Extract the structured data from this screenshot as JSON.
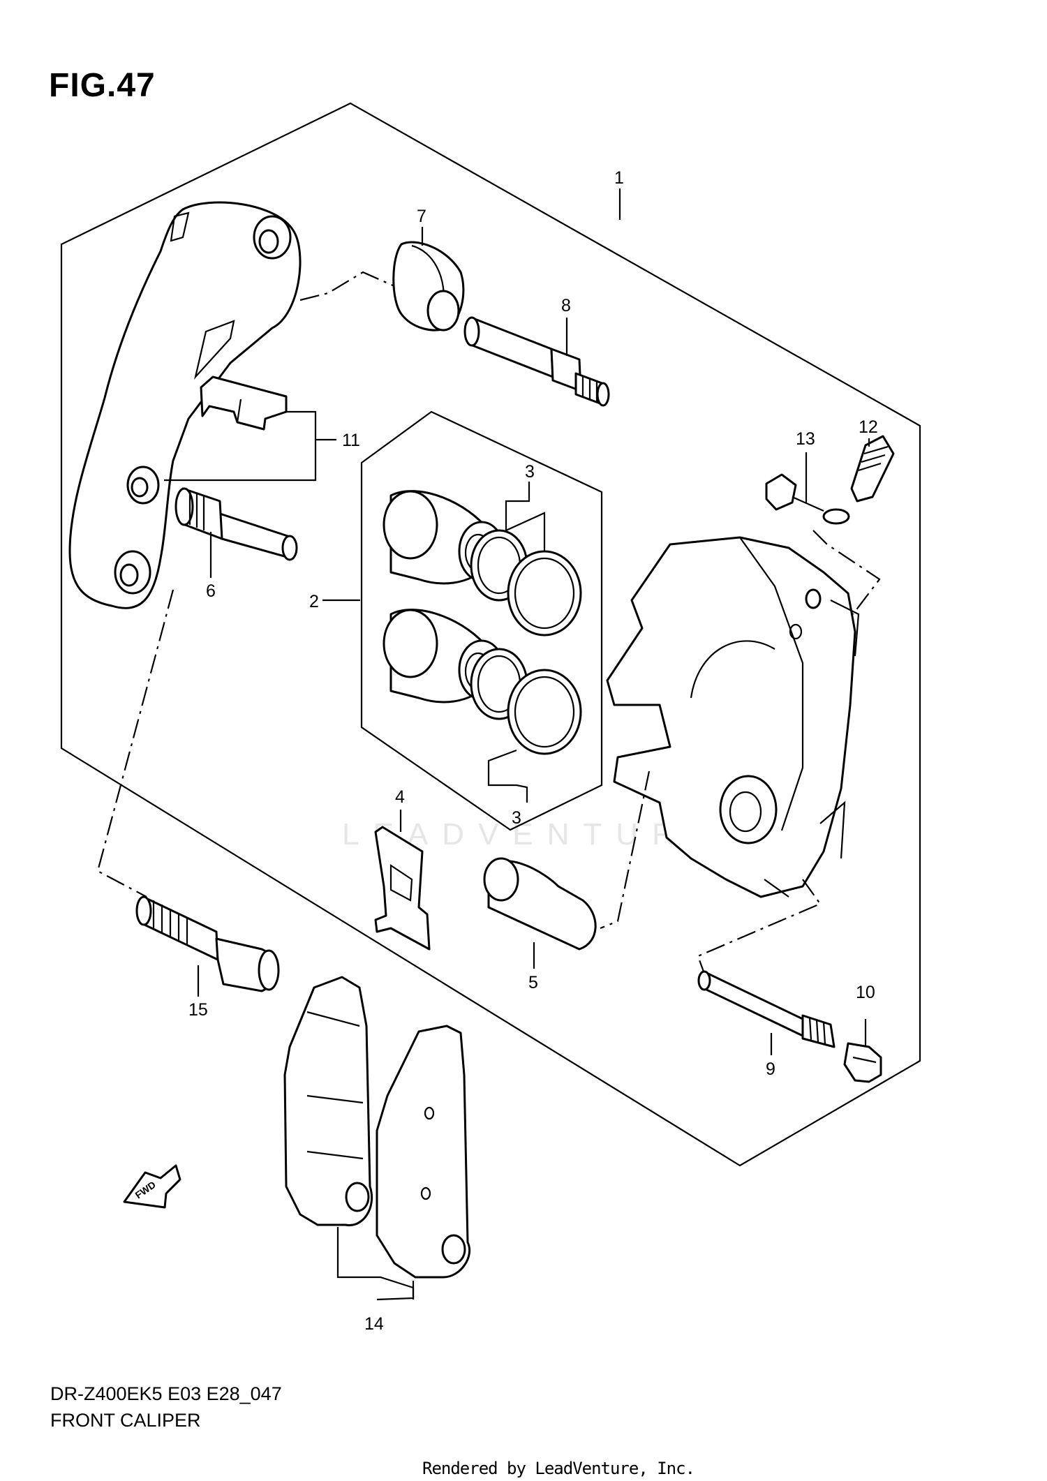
{
  "figure": {
    "title": "FIG.47",
    "model_code": "DR-Z400EK5 E03 E28_047",
    "name": "FRONT CALIPER",
    "footer": "Rendered by LeadVenture, Inc.",
    "watermark": "LEADVENTURE",
    "forward_marker": "FWD"
  },
  "callouts": [
    {
      "id": "callout-1",
      "label": "1"
    },
    {
      "id": "callout-2",
      "label": "2"
    },
    {
      "id": "callout-3a",
      "label": "3"
    },
    {
      "id": "callout-3b",
      "label": "3"
    },
    {
      "id": "callout-4",
      "label": "4"
    },
    {
      "id": "callout-5",
      "label": "5"
    },
    {
      "id": "callout-6",
      "label": "6"
    },
    {
      "id": "callout-7",
      "label": "7"
    },
    {
      "id": "callout-8",
      "label": "8"
    },
    {
      "id": "callout-9",
      "label": "9"
    },
    {
      "id": "callout-10",
      "label": "10"
    },
    {
      "id": "callout-11",
      "label": "11"
    },
    {
      "id": "callout-12",
      "label": "12"
    },
    {
      "id": "callout-13",
      "label": "13"
    },
    {
      "id": "callout-14",
      "label": "14"
    },
    {
      "id": "callout-15",
      "label": "15"
    }
  ]
}
